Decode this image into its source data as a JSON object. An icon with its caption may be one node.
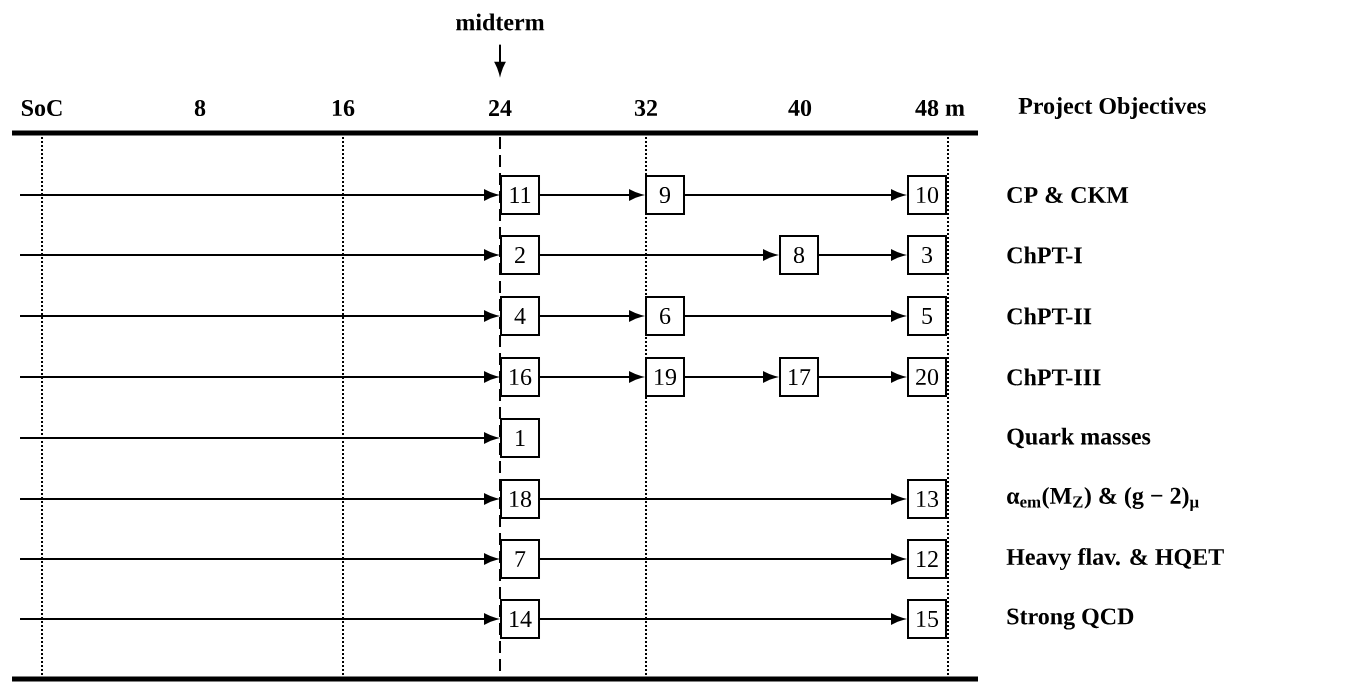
{
  "diagram": {
    "nodes": [
      {
        "text": [
          "midterm"
        ]
      },
      {
        "text": [
          "11"
        ]
      },
      {
        "text": [
          "9"
        ]
      },
      {
        "text": [
          "10"
        ]
      },
      {
        "text": [
          "2"
        ]
      },
      {
        "text": [
          "8"
        ]
      },
      {
        "text": [
          "3"
        ]
      },
      {
        "text": [
          "4"
        ]
      },
      {
        "text": [
          "6"
        ]
      },
      {
        "text": [
          "5"
        ]
      },
      {
        "text": [
          "16"
        ]
      },
      {
        "text": [
          "19"
        ]
      },
      {
        "text": [
          "17"
        ]
      },
      {
        "text": [
          "20"
        ]
      },
      {
        "text": [
          "1"
        ]
      },
      {
        "text": [
          "18"
        ]
      },
      {
        "text": [
          "13"
        ]
      },
      {
        "text": [
          "7"
        ]
      },
      {
        "text": [
          "12"
        ]
      },
      {
        "text": [
          "14"
        ]
      },
      {
        "text": [
          "15"
        ]
      }
    ],
    "edges": [
      {
        "from": 0,
        "to": null,
        "arrow": "to"
      },
      {
        "from": null,
        "to": 1,
        "arrow": "to"
      },
      {
        "from": 1,
        "to": 2,
        "arrow": "to"
      },
      {
        "from": 2,
        "to": 3,
        "arrow": "to"
      },
      {
        "from": null,
        "to": 4,
        "arrow": "to"
      },
      {
        "from": 4,
        "to": 5,
        "arrow": "to"
      },
      {
        "from": 5,
        "to": 6,
        "arrow": "to"
      },
      {
        "from": null,
        "to": 7,
        "arrow": "to"
      },
      {
        "from": 7,
        "to": 8,
        "arrow": "to"
      },
      {
        "from": 8,
        "to": 9,
        "arrow": "to"
      },
      {
        "from": null,
        "to": 10,
        "arrow": "to"
      },
      {
        "from": 10,
        "to": 11,
        "arrow": "to"
      },
      {
        "from": 11,
        "to": 12,
        "arrow": "to"
      },
      {
        "from": 12,
        "to": 13,
        "arrow": "to"
      },
      {
        "from": null,
        "to": 14,
        "arrow": "to"
      },
      {
        "from": null,
        "to": 15,
        "arrow": "to"
      },
      {
        "from": 15,
        "to": 16,
        "arrow": "to"
      },
      {
        "from": null,
        "to": 17,
        "arrow": "to"
      },
      {
        "from": 17,
        "to": 18,
        "arrow": "to"
      },
      {
        "from": null,
        "to": 19,
        "arrow": "to"
      },
      {
        "from": 19,
        "to": 20,
        "arrow": "to"
      }
    ],
    "labels": [
      "SoC",
      "8",
      "16",
      "24",
      "32",
      "40",
      "48 m",
      "Project Objectives",
      "CP & CKM",
      "ChPT-I",
      "ChPT-II",
      "ChPT-III",
      "Quark masses",
      "α$_{em}$(M$_{Z}$) & (g − 2)$_{μ}$",
      "Heavy flav. & HQET",
      "Strong QCD"
    ]
  }
}
